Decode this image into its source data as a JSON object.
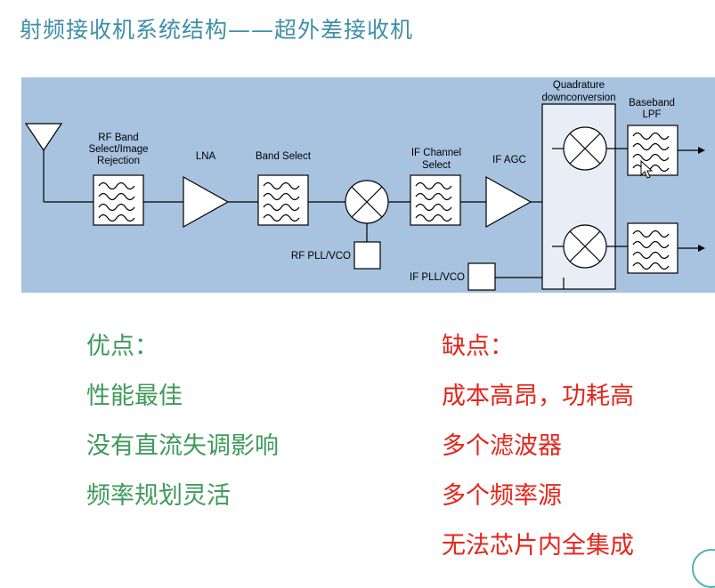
{
  "title": "射频接收机系统结构——超外差接收机",
  "diagram": {
    "labels": {
      "rf_band": [
        "RF Band",
        "Select/Image",
        "Rejection"
      ],
      "lna": "LNA",
      "band_select": "Band Select",
      "if_channel": [
        "IF Channel",
        "Select"
      ],
      "if_agc": "IF AGC",
      "quadrature": [
        "Quadrature",
        "downconversion"
      ],
      "baseband": [
        "Baseband",
        "LPF"
      ],
      "rf_pll": "RF PLL/VCO",
      "if_pll": "IF PLL/VCO"
    },
    "colors": {
      "background": "#a7c3df",
      "block_fill": "#ffffff",
      "line": "#000000",
      "quad_box": "#e8eef5"
    }
  },
  "pros": {
    "heading": "优点：",
    "items": [
      "性能最佳",
      "没有直流失调影响",
      "频率规划灵活"
    ]
  },
  "cons": {
    "heading": "缺点：",
    "items": [
      "成本高昂，功耗高",
      "多个滤波器",
      "多个频率源",
      "无法芯片内全集成"
    ]
  }
}
